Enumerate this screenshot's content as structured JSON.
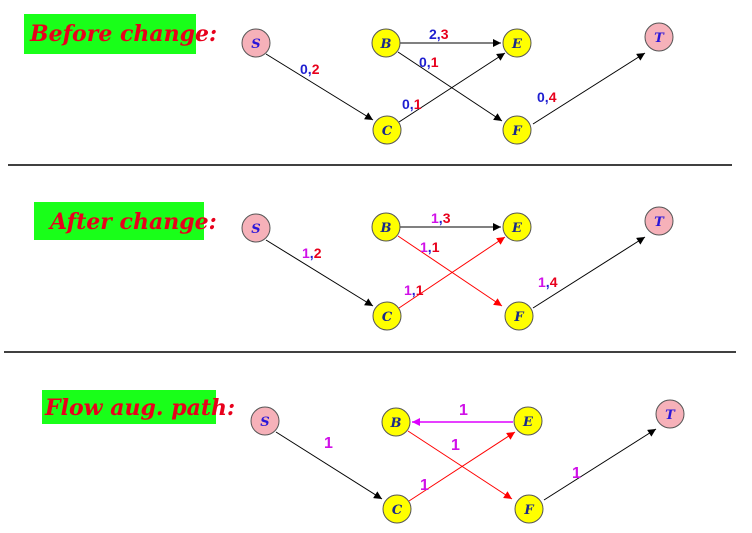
{
  "colors": {
    "title_bg": "#19ff19",
    "title_text": "#e8001c",
    "source_sink_fill": "#f6b1b9",
    "node_fill": "#ffff00",
    "node_stroke": "#555555",
    "st_label": "#2a16d9",
    "node_text": "#1a2a8a",
    "black_edge": "#000000",
    "red_edge": "#ff0000",
    "magenta_edge": "#dd00ff",
    "blue_text": "#1f1fd0",
    "red_text": "#e8001c",
    "magenta_text": "#d010e8"
  },
  "panels": [
    {
      "title": "Before change:",
      "nodes": {
        "S": "S",
        "B": "B",
        "C": "C",
        "E": "E",
        "F": "F",
        "T": "T"
      },
      "edges": [
        {
          "from": "S",
          "to": "C",
          "flow": "0",
          "sep": ",",
          "cap": "2"
        },
        {
          "from": "B",
          "to": "E",
          "flow": "2",
          "sep": ",",
          "cap": "3"
        },
        {
          "from": "B",
          "to": "F",
          "flow": "0",
          "sep": ",",
          "cap": "1"
        },
        {
          "from": "C",
          "to": "E",
          "flow": "0",
          "sep": ",",
          "cap": "1"
        },
        {
          "from": "F",
          "to": "T",
          "flow": "0",
          "sep": ",",
          "cap": "4"
        }
      ]
    },
    {
      "title": "After change:",
      "nodes": {
        "S": "S",
        "B": "B",
        "C": "C",
        "E": "E",
        "F": "F",
        "T": "T"
      },
      "edges": [
        {
          "from": "S",
          "to": "C",
          "flow": "1",
          "sep": ",",
          "cap": "2"
        },
        {
          "from": "B",
          "to": "E",
          "flow": "1",
          "sep": ",",
          "cap": "3"
        },
        {
          "from": "B",
          "to": "F",
          "flow": "1",
          "sep": ",",
          "cap": "1"
        },
        {
          "from": "C",
          "to": "E",
          "flow": "1",
          "sep": ",",
          "cap": "1"
        },
        {
          "from": "F",
          "to": "T",
          "flow": "1",
          "sep": ",",
          "cap": "4"
        }
      ]
    },
    {
      "title": "Flow aug. path:",
      "nodes": {
        "S": "S",
        "B": "B",
        "C": "C",
        "E": "E",
        "F": "F",
        "T": "T"
      },
      "edges": [
        {
          "from": "S",
          "to": "C",
          "value": "1"
        },
        {
          "from": "E",
          "to": "B",
          "value": "1"
        },
        {
          "from": "B",
          "to": "F",
          "value": "1"
        },
        {
          "from": "C",
          "to": "E",
          "value": "1"
        },
        {
          "from": "F",
          "to": "T",
          "value": "1"
        }
      ]
    }
  ]
}
